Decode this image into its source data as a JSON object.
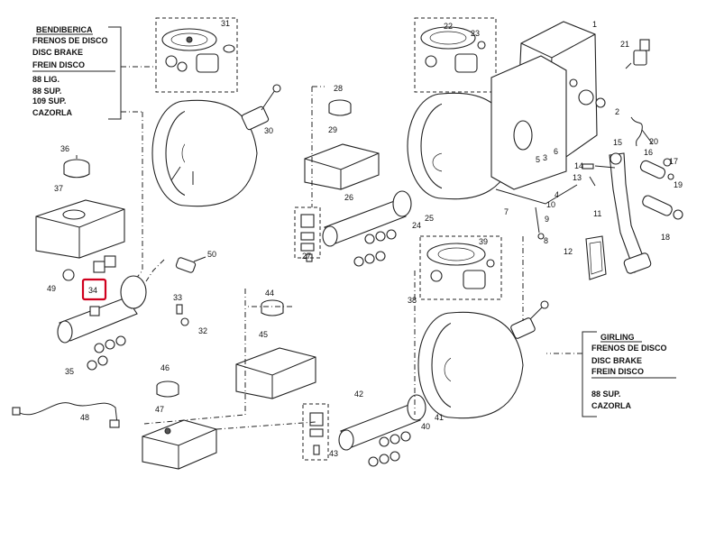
{
  "legend_left": {
    "heading": "BENDIBERICA",
    "lines": [
      "FRENOS DE DISCO",
      "DISC BRAKE",
      "FREIN DISCO",
      "88 LIG.",
      "88 SUP.",
      "109 SUP.",
      "CAZORLA"
    ]
  },
  "legend_right": {
    "heading": "GIRLING",
    "lines": [
      "FRENOS DE DISCO",
      "DISC BRAKE",
      "FREIN DISCO",
      "88 SUP.",
      "CAZORLA"
    ]
  },
  "highlighted_part": "34",
  "highlight_color": "#d0001e",
  "part_labels": [
    "1",
    "2",
    "3",
    "4",
    "5",
    "6",
    "7",
    "8",
    "9",
    "10",
    "11",
    "12",
    "13",
    "14",
    "15",
    "16",
    "17",
    "18",
    "19",
    "20",
    "21",
    "22",
    "23",
    "24",
    "25",
    "26",
    "27",
    "28",
    "29",
    "30",
    "31",
    "32",
    "33",
    "34",
    "35",
    "36",
    "37",
    "38",
    "39",
    "40",
    "41",
    "42",
    "43",
    "44",
    "45",
    "46",
    "47",
    "48",
    "49",
    "50"
  ]
}
